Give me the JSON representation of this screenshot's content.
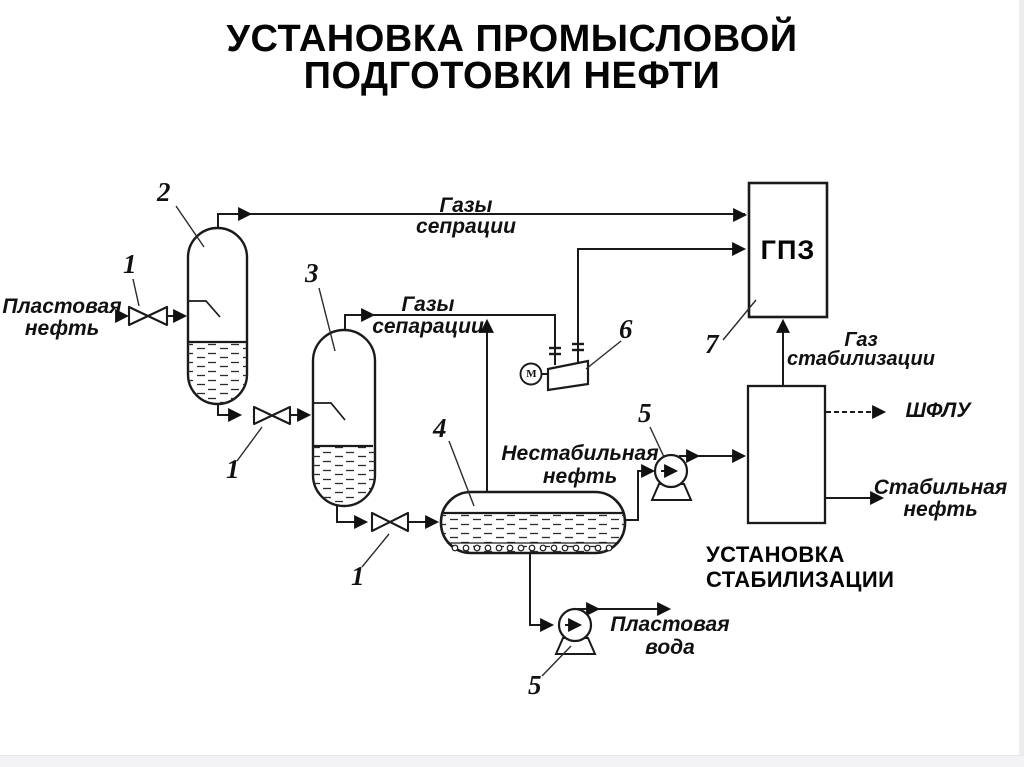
{
  "title": "УСТАНОВКА ПРОМЫСЛОВОЙ\nПОДГОТОВКИ НЕФТИ",
  "colors": {
    "ink": "#1a1a1a",
    "background": "#ffffff"
  },
  "blocks": {
    "gpz_label": "ГПЗ",
    "stabilization_unit_label": "УСТАНОВКА\nСТАБИЛИЗАЦИИ"
  },
  "streams": {
    "feed_oil": "Пластовая\nнефть",
    "separation_gases_top": "Газы\nсепрации",
    "separation_gases_mid": "Газы\nсепарации",
    "unstable_oil": "Нестабильная\nнефть",
    "stabilization_gas": "Газ\nстабилизации",
    "shflu": "ШФЛУ",
    "stable_oil": "Стабильная\nнефть",
    "produced_water": "Пластовая\nвода"
  },
  "equipment_numbers": {
    "n1": "1",
    "n2": "2",
    "n3": "3",
    "n4": "4",
    "n5": "5",
    "n6": "6",
    "n7": "7"
  },
  "motor_label": "М"
}
